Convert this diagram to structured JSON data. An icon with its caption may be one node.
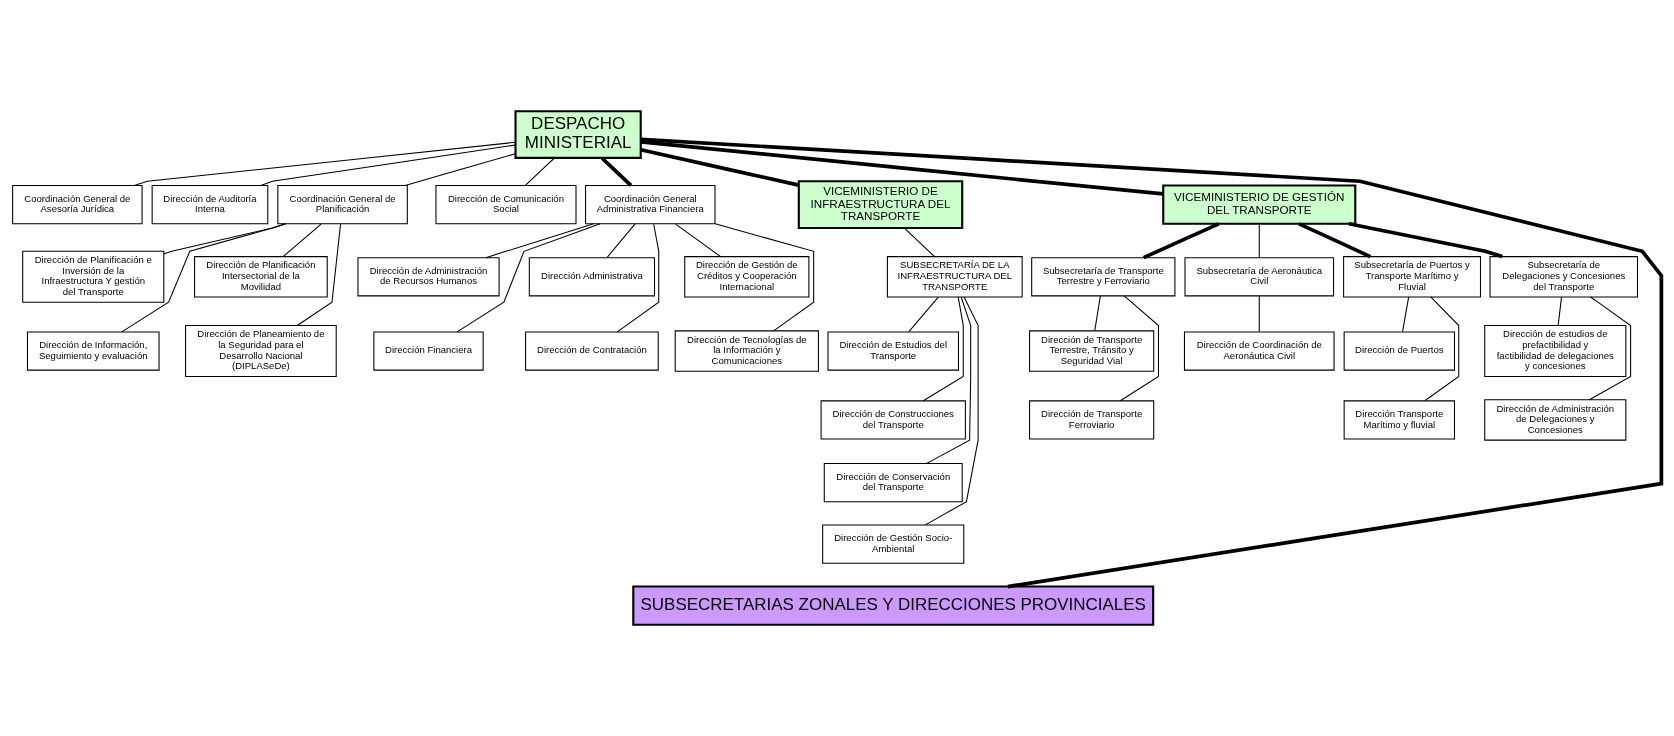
{
  "diagram": {
    "nodes": [
      {
        "text": [
          "DESPACHO MINISTERIAL"
        ]
      },
      {
        "text": [
          "Coordinación General de Asesoría Jurídica"
        ]
      },
      {
        "text": [
          "Dirección de Auditoría Interna"
        ]
      },
      {
        "text": [
          "Coordinación General de Planificación"
        ]
      },
      {
        "text": [
          "Dirección de Comunicación Social"
        ]
      },
      {
        "text": [
          "Dirección de Planificación e Inversión de la Infraestructura Y gestión del Transporte"
        ]
      },
      {
        "text": [
          "Dirección de Información, Seguimiento y evaluación"
        ]
      },
      {
        "text": [
          "Dirección de Planificación Intersectorial de la Movilidad"
        ]
      },
      {
        "text": [
          "Dirección de Planeamiento de la Seguridad para el Desarrollo Nacional (DIPLASeDe)"
        ]
      },
      {
        "text": [
          "Coordinación General Administrativa Financiera"
        ]
      },
      {
        "text": [
          "Dirección de Administración de Recursos Humanos"
        ]
      },
      {
        "text": [
          "Dirección Administrativa"
        ]
      },
      {
        "text": [
          "Dirección de Gestión de Créditos y Cooperación Internacional"
        ]
      },
      {
        "text": [
          "Dirección Financiera"
        ]
      },
      {
        "text": [
          "Dirección de Contratación"
        ]
      },
      {
        "text": [
          "Dirección de Tecnologías de la Información y Comunicaciones"
        ]
      },
      {
        "text": [
          "VICEMINISTERIO DE INFRAESTRUCTURA DEL TRANSPORTE"
        ]
      },
      {
        "text": [
          "VICEMINISTERIO DE GESTIÓN DEL TRANSPORTE"
        ]
      },
      {
        "text": [
          "SUBSECRETARÍA DE LA INFRAESTRUCTURA DEL TRANSPORTE"
        ]
      },
      {
        "text": [
          "Dirección de Estudios del Transporte"
        ]
      },
      {
        "text": [
          "Dirección de Construcciones del Transporte"
        ]
      },
      {
        "text": [
          "Dirección de Conservación del Transporte"
        ]
      },
      {
        "text": [
          "Dirección de Gestión Socio-Ambiental"
        ]
      },
      {
        "text": [
          "Subsecretaría de Transporte Terrestre y Ferroviario"
        ]
      },
      {
        "text": [
          "Subsecretaría de Aeronáutica Civil"
        ]
      },
      {
        "text": [
          "Subsecretaría de Puertos y Transporte Marítimo y Fluvial"
        ]
      },
      {
        "text": [
          "Subsecretaría de Delegaciones y Concesiones del Transporte"
        ]
      },
      {
        "text": [
          "Dirección de Transporte Terrestre, Tránsito y Seguridad Vial"
        ]
      },
      {
        "text": [
          "Dirección de Transporte Ferroviario"
        ]
      },
      {
        "text": [
          "Dirección de Coordinación de Aeronáutica Civil"
        ]
      },
      {
        "text": [
          "Dirección de Puertos"
        ]
      },
      {
        "text": [
          "Dirección Transporte Marítimo y fluvial"
        ]
      },
      {
        "text": [
          "Dirección de estudios de prefactibilidad y factibilidad de delegaciones y concesiones"
        ]
      },
      {
        "text": [
          "Dirección de Administración de Delegaciones y Concesiones"
        ]
      },
      {
        "text": [
          "SUBSECRETARIAS ZONALES Y DIRECCIONES PROVINCIALES"
        ]
      }
    ],
    "edges": [
      {
        "from": 0,
        "to": 1,
        "arrow": "none"
      },
      {
        "from": 0,
        "to": 2,
        "arrow": "none"
      },
      {
        "from": 0,
        "to": 3,
        "arrow": "none"
      },
      {
        "from": 0,
        "to": 4,
        "arrow": "none"
      },
      {
        "from": 3,
        "to": 5,
        "arrow": "none"
      },
      {
        "from": 3,
        "to": 6,
        "arrow": "none"
      },
      {
        "from": 3,
        "to": 7,
        "arrow": "none"
      },
      {
        "from": 3,
        "to": 8,
        "arrow": "none"
      },
      {
        "from": 0,
        "to": 9,
        "arrow": "none",
        "style": "thick"
      },
      {
        "from": 9,
        "to": 10,
        "arrow": "none"
      },
      {
        "from": 9,
        "to": 11,
        "arrow": "none"
      },
      {
        "from": 9,
        "to": 12,
        "arrow": "none"
      },
      {
        "from": 9,
        "to": 13,
        "arrow": "none"
      },
      {
        "from": 9,
        "to": 14,
        "arrow": "none"
      },
      {
        "from": 9,
        "to": 15,
        "arrow": "none"
      },
      {
        "from": 0,
        "to": 16,
        "arrow": "none",
        "style": "thick"
      },
      {
        "from": 0,
        "to": 17,
        "arrow": "none",
        "style": "thick"
      },
      {
        "from": 0,
        "to": 34,
        "arrow": "none",
        "style": "thick"
      },
      {
        "from": 16,
        "to": 18,
        "arrow": "none"
      },
      {
        "from": 18,
        "to": 19,
        "arrow": "none"
      },
      {
        "from": 18,
        "to": 20,
        "arrow": "none"
      },
      {
        "from": 18,
        "to": 21,
        "arrow": "none"
      },
      {
        "from": 18,
        "to": 22,
        "arrow": "none"
      },
      {
        "from": 17,
        "to": 23,
        "arrow": "none",
        "style": "thick"
      },
      {
        "from": 17,
        "to": 24,
        "arrow": "none"
      },
      {
        "from": 17,
        "to": 25,
        "arrow": "none",
        "style": "thick"
      },
      {
        "from": 17,
        "to": 26,
        "arrow": "none",
        "style": "thick"
      },
      {
        "from": 23,
        "to": 27,
        "arrow": "none"
      },
      {
        "from": 23,
        "to": 28,
        "arrow": "none"
      },
      {
        "from": 24,
        "to": 29,
        "arrow": "none"
      },
      {
        "from": 25,
        "to": 30,
        "arrow": "none"
      },
      {
        "from": 25,
        "to": 31,
        "arrow": "none"
      },
      {
        "from": 26,
        "to": 32,
        "arrow": "none"
      },
      {
        "from": 26,
        "to": 33,
        "arrow": "none"
      }
    ]
  }
}
